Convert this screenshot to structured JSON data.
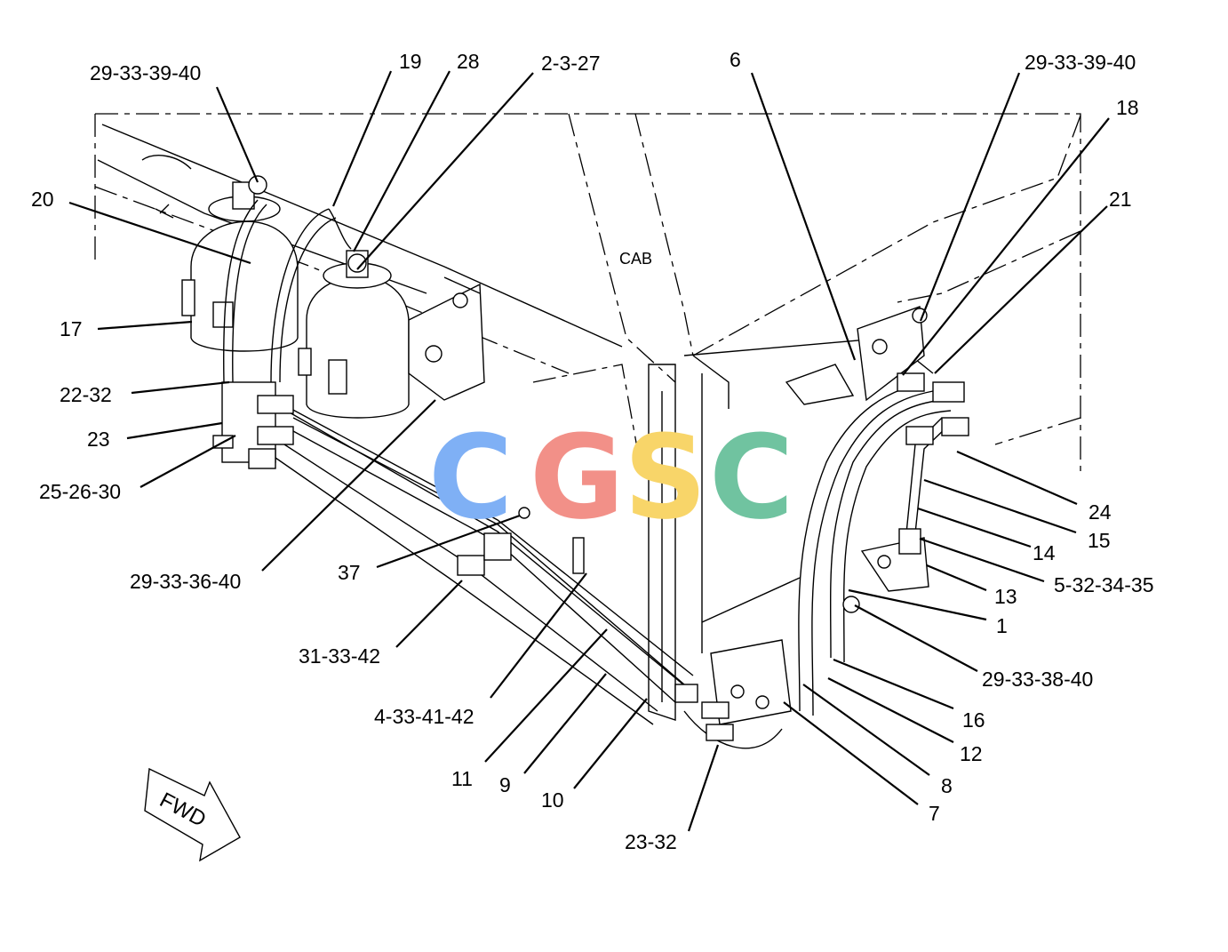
{
  "cab_label": "CAB",
  "fwd_label": "FWD",
  "watermark": [
    {
      "letter": "C",
      "color": "#7fb0f5"
    },
    {
      "letter": "G",
      "color": "#f29088"
    },
    {
      "letter": "S",
      "color": "#f8d569"
    },
    {
      "letter": "C",
      "color": "#70c3a0"
    }
  ],
  "callouts": [
    {
      "id": "c01",
      "text": "29-33-39-40"
    },
    {
      "id": "c02",
      "text": "19"
    },
    {
      "id": "c03",
      "text": "28"
    },
    {
      "id": "c04",
      "text": "2-3-27"
    },
    {
      "id": "c05",
      "text": "20"
    },
    {
      "id": "c06",
      "text": "17"
    },
    {
      "id": "c07",
      "text": "22-32"
    },
    {
      "id": "c08",
      "text": "23"
    },
    {
      "id": "c09",
      "text": "25-26-30"
    },
    {
      "id": "c10",
      "text": "29-33-36-40"
    },
    {
      "id": "c11",
      "text": "37"
    },
    {
      "id": "c12",
      "text": "31-33-42"
    },
    {
      "id": "c13",
      "text": "4-33-41-42"
    },
    {
      "id": "c14",
      "text": "11"
    },
    {
      "id": "c15",
      "text": "9"
    },
    {
      "id": "c16",
      "text": "10"
    },
    {
      "id": "c17",
      "text": "23-32"
    },
    {
      "id": "c18",
      "text": "6"
    },
    {
      "id": "c19",
      "text": "29-33-39-40"
    },
    {
      "id": "c20",
      "text": "18"
    },
    {
      "id": "c21",
      "text": "21"
    },
    {
      "id": "c22",
      "text": "24"
    },
    {
      "id": "c23",
      "text": "15"
    },
    {
      "id": "c24",
      "text": "14"
    },
    {
      "id": "c25",
      "text": "5-32-34-35"
    },
    {
      "id": "c26",
      "text": "13"
    },
    {
      "id": "c27",
      "text": "1"
    },
    {
      "id": "c28",
      "text": "29-33-38-40"
    },
    {
      "id": "c29",
      "text": "16"
    },
    {
      "id": "c30",
      "text": "12"
    },
    {
      "id": "c31",
      "text": "8"
    },
    {
      "id": "c32",
      "text": "7"
    }
  ]
}
